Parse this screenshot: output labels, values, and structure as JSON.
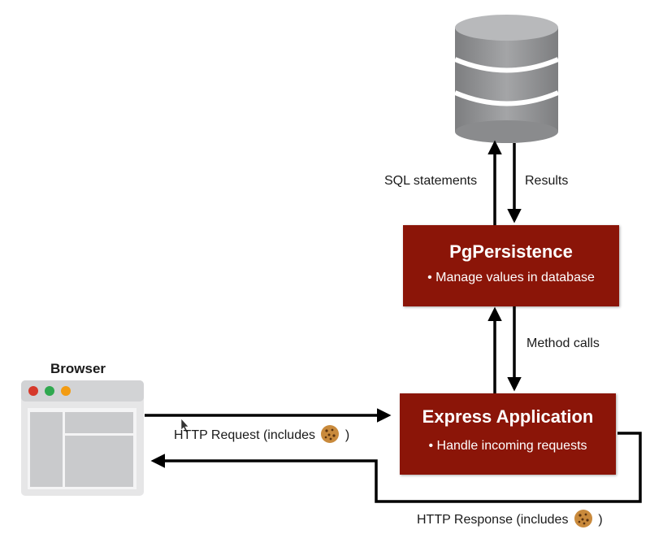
{
  "database": {
    "icon": "database-cylinder-icon"
  },
  "pg_persistence": {
    "title": "PgPersistence",
    "bullet": "• Manage values in database"
  },
  "express_app": {
    "title": "Express Application",
    "bullet": "• Handle incoming requests"
  },
  "browser": {
    "label": "Browser",
    "icon": "browser-window-icon"
  },
  "edges": {
    "sql_statements": "SQL statements",
    "results": "Results",
    "method_calls": "Method calls",
    "http_request_prefix": "HTTP Request (includes",
    "http_response_prefix": "HTTP Response (includes",
    "paren_close": ")"
  },
  "colors": {
    "box_fill": "#8b1508",
    "arrow": "#000000",
    "db_gray": "#9a9b9d",
    "browser_gray": "#c9cacc"
  }
}
